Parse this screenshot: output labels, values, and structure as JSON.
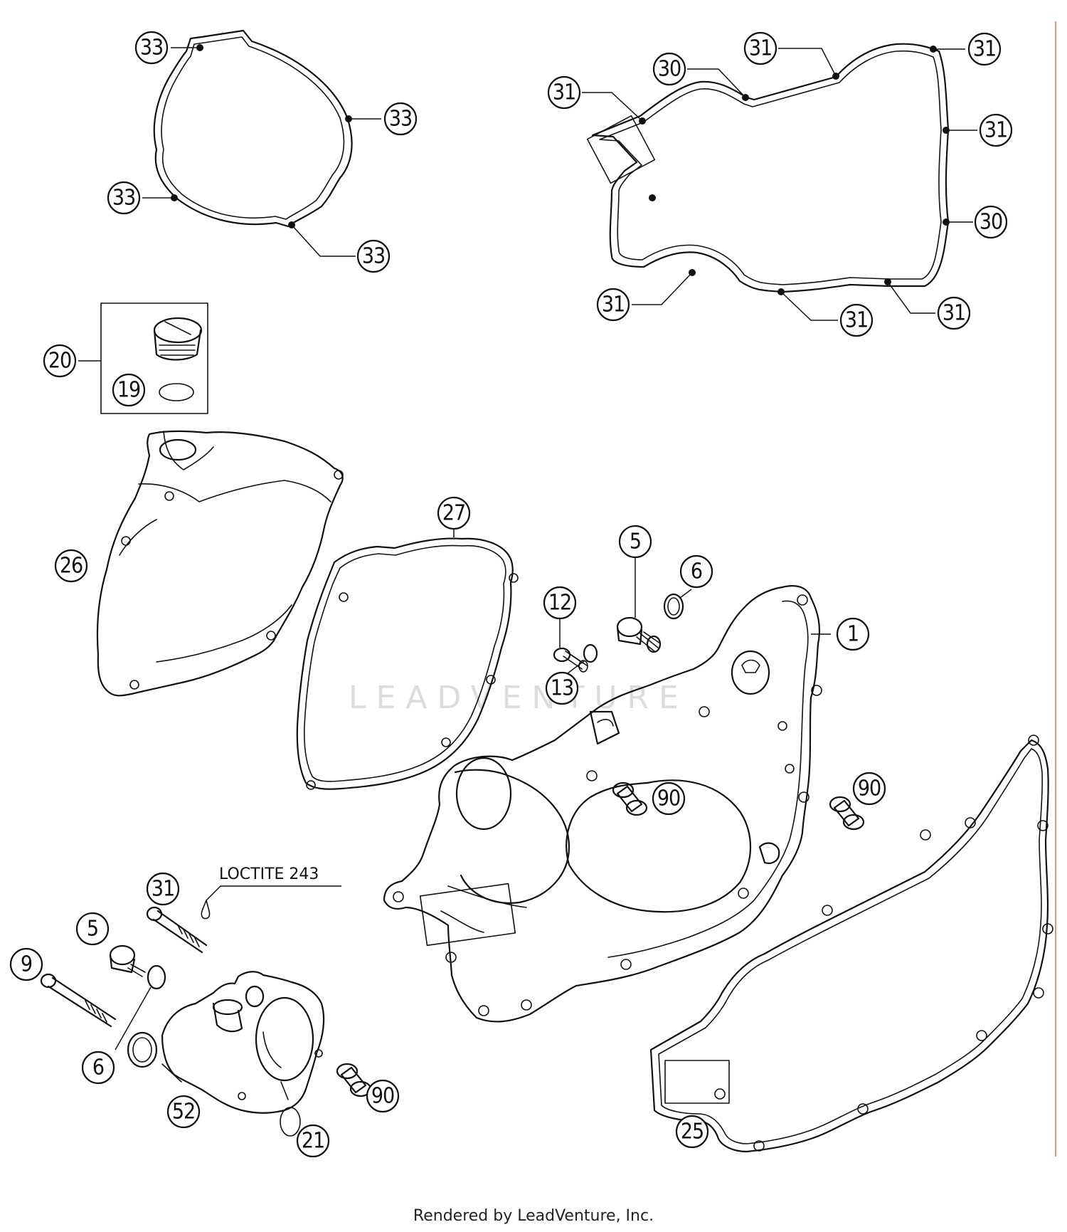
{
  "diagram": {
    "callouts": [
      "33",
      "31",
      "30",
      "20",
      "19",
      "26",
      "27",
      "5",
      "6",
      "12",
      "13",
      "1",
      "90",
      "25",
      "9",
      "52",
      "21"
    ],
    "note": "LOCTITE 243",
    "watermark": "LEADVENTURE"
  },
  "footer": {
    "text": "Rendered by LeadVenture, Inc."
  }
}
